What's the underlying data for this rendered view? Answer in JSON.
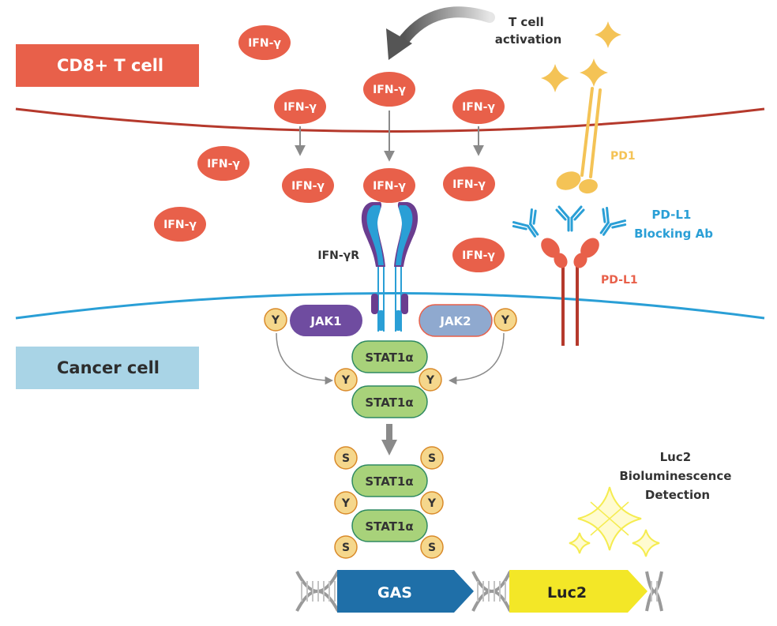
{
  "labels": {
    "tcell": "CD8+ T cell",
    "cancer": "Cancer cell",
    "activation": [
      "T cell",
      "activation"
    ],
    "ifng": "IFN-γ",
    "ifngr": "IFN-γR",
    "pd1": "PD1",
    "blocking": [
      "PD-L1",
      "Blocking Ab"
    ],
    "pdl1": "PD-L1",
    "jak1": "JAK1",
    "jak2": "JAK2",
    "stat": "STAT1α",
    "tyr": "Y",
    "ser": "S",
    "gas": "GAS",
    "luc2": "Luc2",
    "detection": [
      "Luc2",
      "Bioluminescence",
      "Detection"
    ]
  },
  "colors": {
    "tcell_membrane": "#b5392c",
    "cancer_membrane": "#2a9fd6",
    "ifng": "#e8604a",
    "pd1": "#f4c356",
    "blocking_ab": "#2a9fd6",
    "pdl1": "#e8604a",
    "receptor_outer": "#6a3d8f",
    "receptor_inner": "#2a9fd6",
    "jak1": "#6f4ca0",
    "jak2": "#8fa9cf",
    "stat": "#a8d27a",
    "phospho": "#f5d78c",
    "gas": "#1f6fa8",
    "luc2": "#f3e727",
    "sparkle": "#f4c356",
    "biolum": "#f5ec50"
  }
}
